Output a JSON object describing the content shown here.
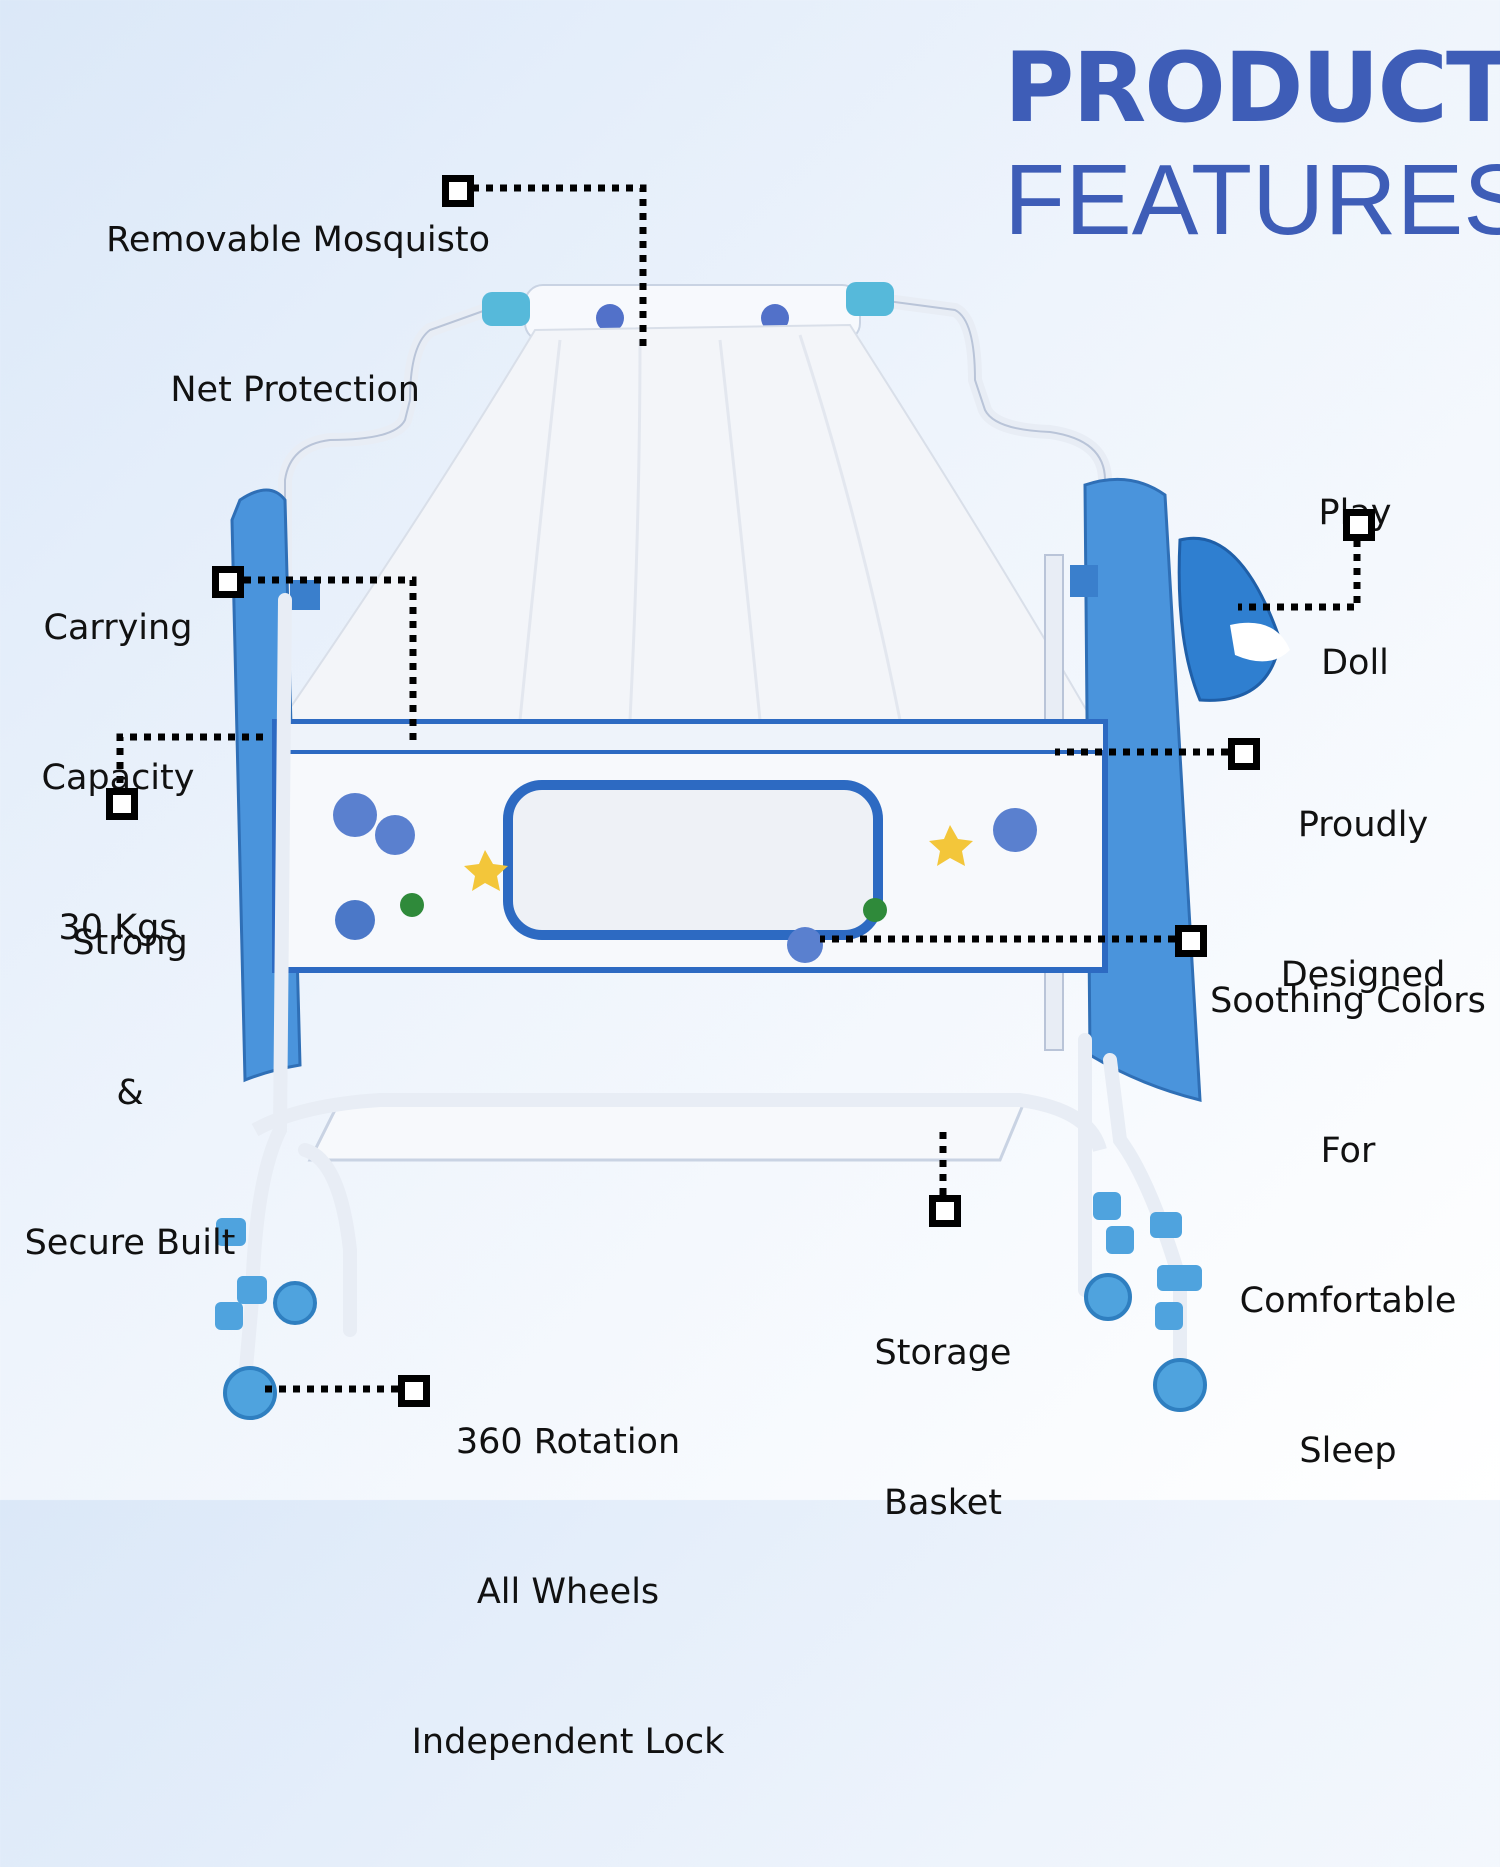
{
  "heading": {
    "line1": "PRODUCT",
    "line2": "FEATURES"
  },
  "colors": {
    "accent": "#3e5db7",
    "frame": "#e9eef6",
    "fabric_blue": "#3c8bd6",
    "wheel_blue": "#4fa3de"
  },
  "features": {
    "mosquito_net": [
      "Removable Mosquisto",
      "Net Protection"
    ],
    "play_doll": [
      "Play",
      "Doll"
    ],
    "carrying_capacity": [
      "Carrying",
      "Capacity",
      "30 Kgs"
    ],
    "proudly_designed": [
      "Proudly",
      "Designed"
    ],
    "strong_secure": [
      "Strong",
      "&",
      "Secure Built"
    ],
    "soothing_colors": [
      "Soothing Colors",
      "For",
      "Comfortable",
      "Sleep"
    ],
    "storage_basket": [
      "Storage",
      "Basket"
    ],
    "wheels": [
      "360 Rotation",
      "All Wheels",
      "Independent Lock"
    ]
  }
}
